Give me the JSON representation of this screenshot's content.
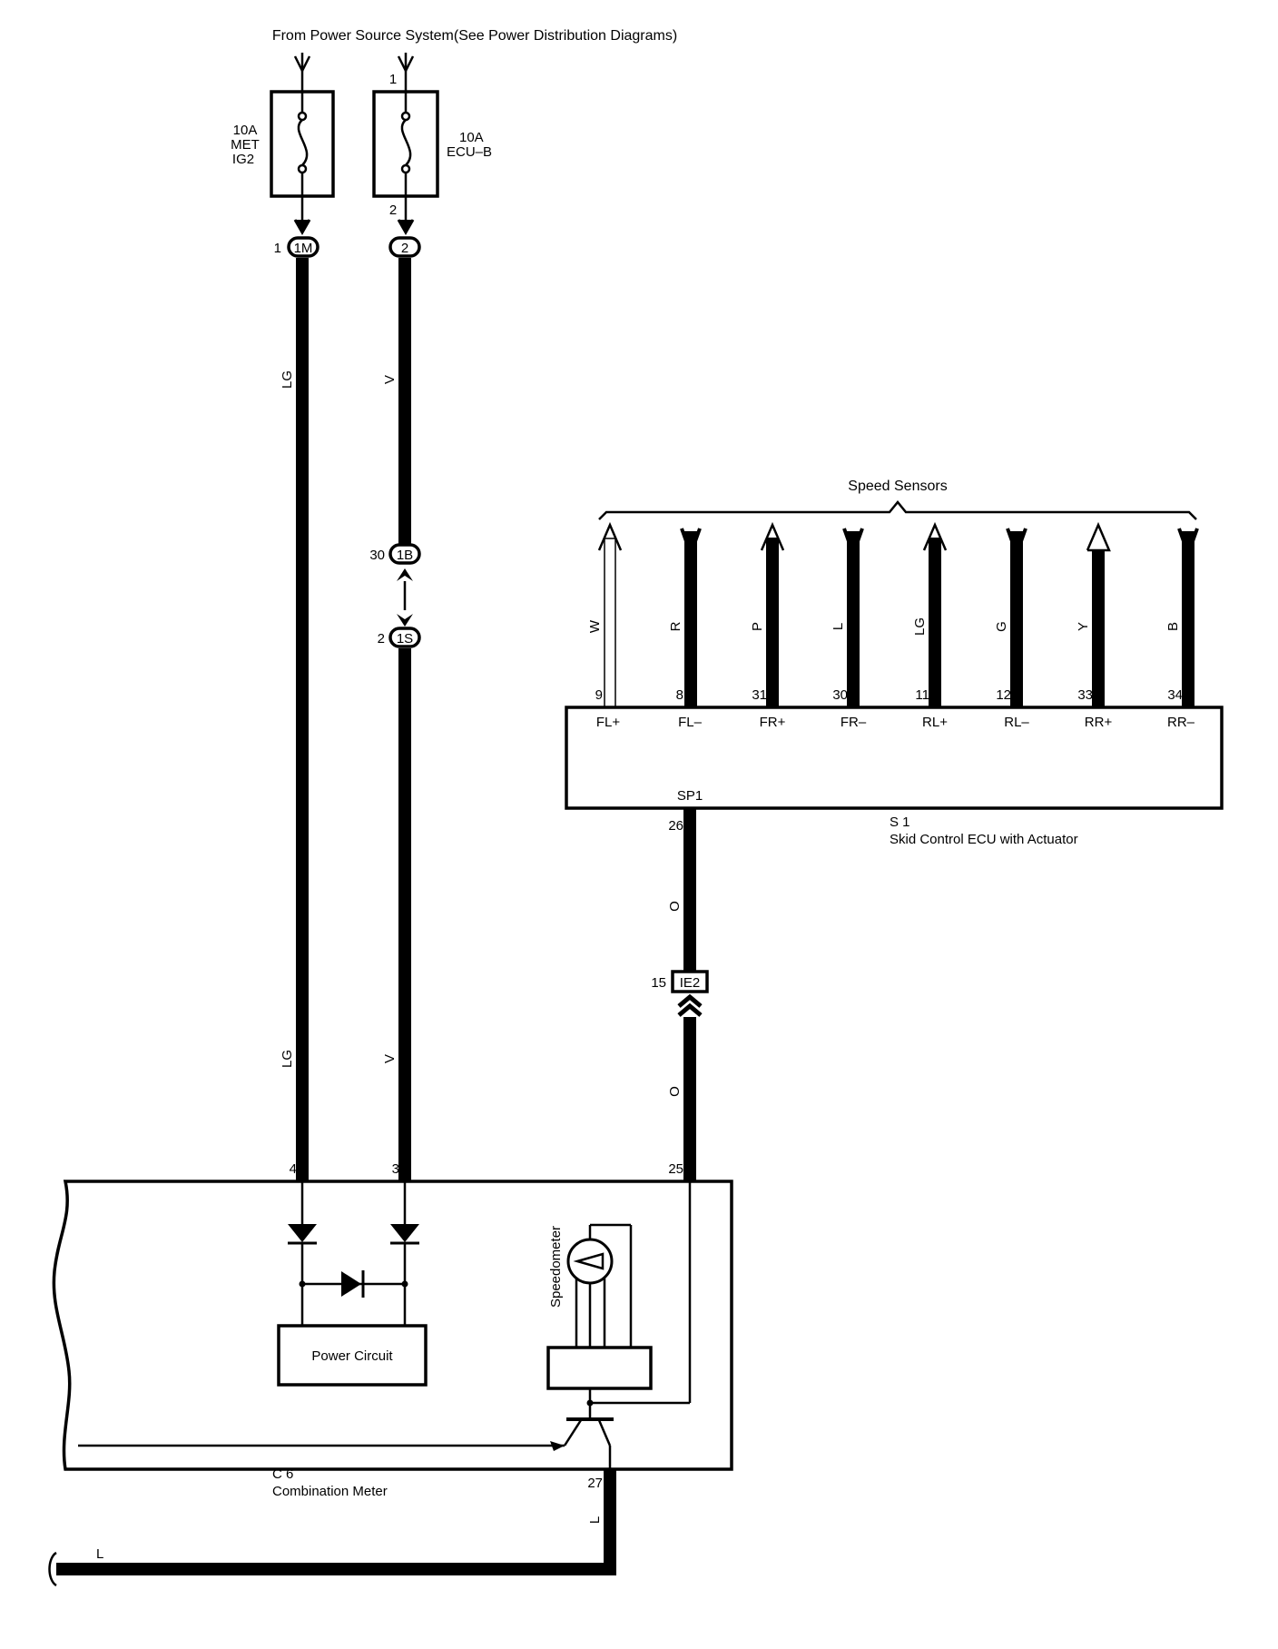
{
  "header": {
    "power_source": "From Power Source System(See Power Distribution Diagrams)"
  },
  "fuses": [
    {
      "amp": "10A",
      "name1": "MET",
      "name2": "IG2"
    },
    {
      "amp": "10A",
      "name1": "ECU–B",
      "name2": "",
      "pin_top": "1",
      "pin_bottom": "2"
    }
  ],
  "connectors": {
    "c1m": {
      "pin": "1",
      "id": "1M"
    },
    "c2": {
      "id": "2"
    },
    "c1b": {
      "pin": "30",
      "id": "1B"
    },
    "c1s": {
      "pin": "2",
      "id": "1S"
    },
    "ie2": {
      "pin": "15",
      "id": "IE2"
    }
  },
  "wire_colors": {
    "w_left_top": "LG",
    "w_left_bottom": "LG",
    "w_mid_top": "V",
    "w_mid_bottom": "V",
    "w_sp_top": "O",
    "w_sp_bottom": "O",
    "w_out_vert": "L",
    "w_out_horiz": "L"
  },
  "speed_sensors": {
    "title": "Speed Sensors",
    "items": [
      {
        "color": "W",
        "pin": "9",
        "terminal": "FL+"
      },
      {
        "color": "R",
        "pin": "8",
        "terminal": "FL–"
      },
      {
        "color": "P",
        "pin": "31",
        "terminal": "FR+"
      },
      {
        "color": "L",
        "pin": "30",
        "terminal": "FR–"
      },
      {
        "color": "LG",
        "pin": "11",
        "terminal": "RL+"
      },
      {
        "color": "G",
        "pin": "12",
        "terminal": "RL–"
      },
      {
        "color": "Y",
        "pin": "33",
        "terminal": "RR+"
      },
      {
        "color": "B",
        "pin": "34",
        "terminal": "RR–"
      }
    ]
  },
  "skid_ecu": {
    "terminal": "SP1",
    "pin": "26",
    "code": "S 1",
    "name": "Skid Control ECU with Actuator"
  },
  "meter": {
    "pin_left": "4",
    "pin_mid": "3",
    "pin_sp": "25",
    "pin_out": "27",
    "code": "C 6",
    "name": "Combination Meter",
    "power_circuit": "Power Circuit",
    "speedometer": "Speedometer"
  }
}
